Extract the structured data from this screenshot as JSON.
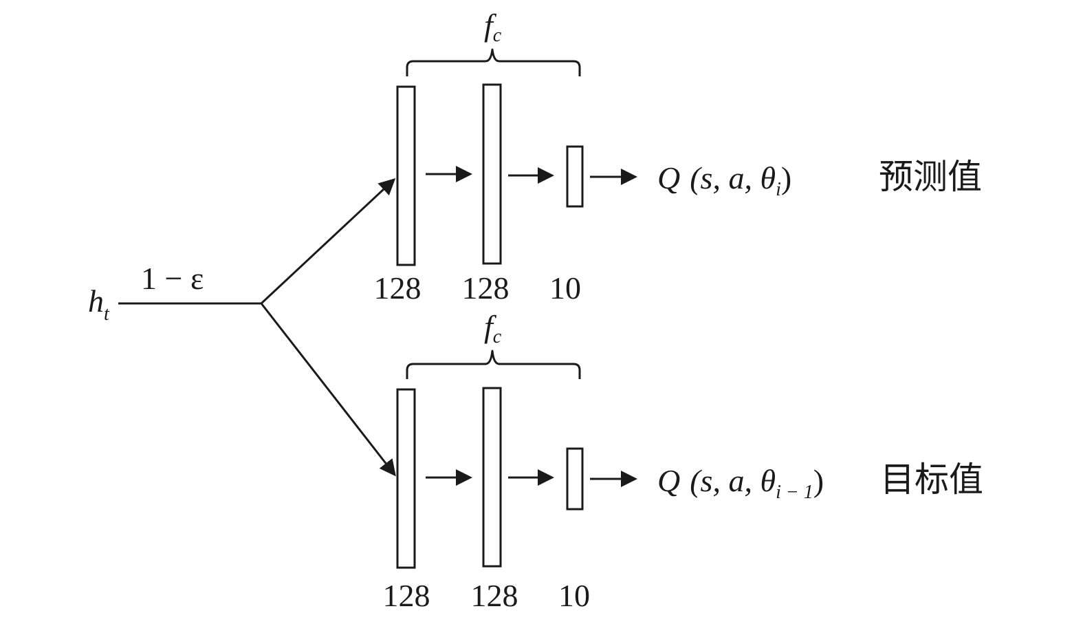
{
  "input": {
    "symbol": "h",
    "subscript": "t",
    "edge_label": "1 − ε"
  },
  "branches": [
    {
      "id": "prediction",
      "brace_label": {
        "symbol": "f",
        "subscript": "c"
      },
      "layers": [
        {
          "units": "128"
        },
        {
          "units": "128"
        },
        {
          "units": "10"
        }
      ],
      "output": {
        "prefix": "Q",
        "args": "(s, a, θ",
        "subscript": "i",
        "suffix": ")",
        "label": "预测值"
      }
    },
    {
      "id": "target",
      "brace_label": {
        "symbol": "f",
        "subscript": "c"
      },
      "layers": [
        {
          "units": "128"
        },
        {
          "units": "128"
        },
        {
          "units": "10"
        }
      ],
      "output": {
        "prefix": "Q",
        "args": "(s, a, θ",
        "subscript": "i − 1",
        "suffix": ")",
        "label": "目标值"
      }
    }
  ],
  "colors": {
    "ink": "#1a1a1a",
    "background": "#ffffff"
  }
}
